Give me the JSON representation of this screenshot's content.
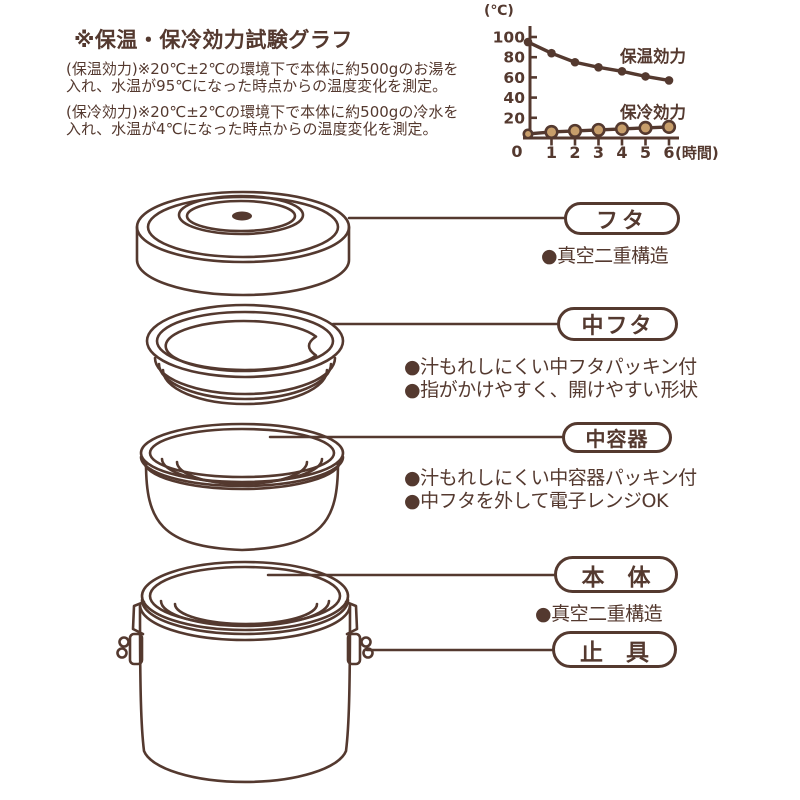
{
  "colors": {
    "ink": "#54392f",
    "tan": "#c79e6b",
    "background": "#ffffff"
  },
  "header": {
    "title": "※保温・保冷効力試験グラフ",
    "notes": [
      "(保温効力)※20℃±2℃の環境下で本体に約500gのお湯を入れ、水温が95℃になった時点からの温度変化を測定。",
      "(保冷効力)※20℃±2℃の環境下で本体に約500gの冷水を入れ、水温が4℃になった時点からの温度変化を測定。"
    ]
  },
  "chart_data": {
    "type": "line",
    "title": "保温・保冷効力試験グラフ",
    "ylabel": "(℃)",
    "xlabel": "(時間)",
    "x": [
      0,
      1,
      2,
      3,
      4,
      5,
      6
    ],
    "xtick_labels": [
      "0",
      "1",
      "2",
      "3",
      "4",
      "5",
      "6"
    ],
    "yticks": [
      0,
      20,
      40,
      60,
      80,
      100
    ],
    "ylim": [
      0,
      100
    ],
    "grid": false,
    "legend_position": "inline-labels",
    "series": [
      {
        "name": "保温効力",
        "values": [
          95,
          84,
          75,
          70,
          66,
          61,
          57
        ],
        "marker": "solid-dot"
      },
      {
        "name": "保冷効力",
        "values": [
          4,
          6,
          7,
          8,
          9,
          10,
          11
        ],
        "marker": "ring-dot"
      }
    ]
  },
  "parts": [
    {
      "label": "フタ",
      "bullets": [
        "●真空二重構造"
      ]
    },
    {
      "label": "中フタ",
      "bullets": [
        "●汁もれしにくい中フタパッキン付",
        "●指がかけやすく、開けやすい形状"
      ]
    },
    {
      "label": "中容器",
      "bullets": [
        "●汁もれしにくい中容器パッキン付",
        "●中フタを外して電子レンジOK"
      ]
    },
    {
      "label": "本　体",
      "bullets": [
        "●真空二重構造"
      ]
    },
    {
      "label": "止　具",
      "bullets": []
    }
  ]
}
